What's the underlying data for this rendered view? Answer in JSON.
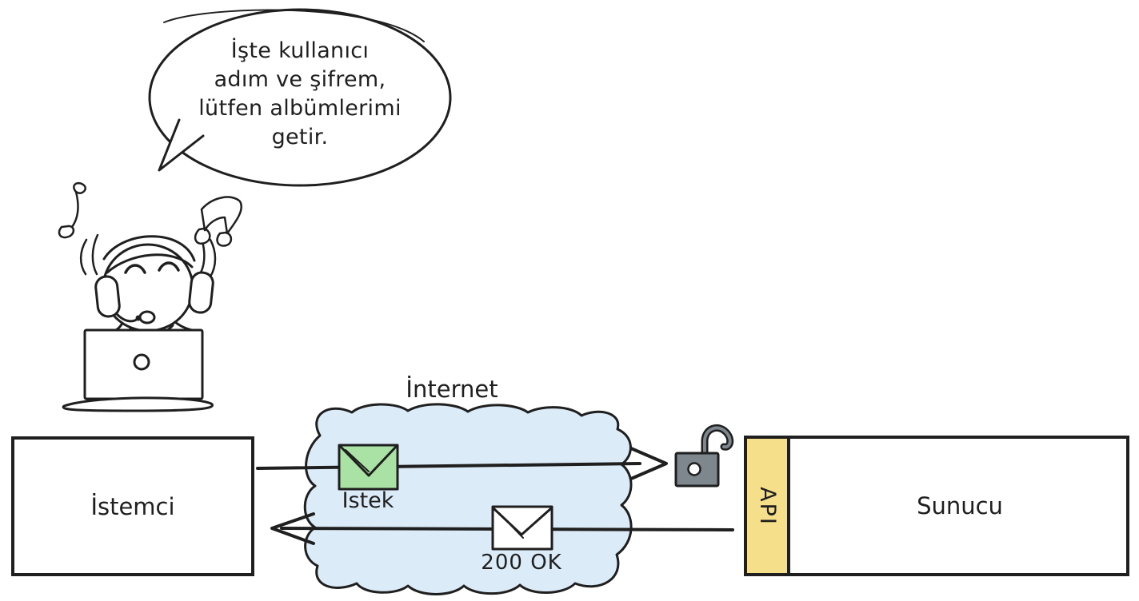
{
  "colors": {
    "ink": "#1f1f1f",
    "cloud_fill": "#dcebf8",
    "envelope_green": "#a9e2a4",
    "api_yellow": "#f6df8a",
    "lock_gray": "#7e868e",
    "background": "#ffffff"
  },
  "speech_bubble": {
    "text": "İşte kullanıcı\nadım ve şifrem,\nlütfen albümlerimi\ngetir."
  },
  "labels": {
    "internet": "İnternet",
    "request": "İstek",
    "response": "200 OK",
    "client": "İstemci",
    "server": "Sunucu",
    "api": "API"
  },
  "icons": {
    "person": "person-with-headset-icon",
    "music_notes": "music-notes-icon",
    "laptop": "laptop-icon",
    "cloud": "internet-cloud-shape",
    "request_envelope": "envelope-icon-green",
    "response_envelope": "envelope-icon-white",
    "padlock": "open-padlock-icon",
    "request_arrow": "arrow-right",
    "response_arrow": "arrow-left"
  }
}
